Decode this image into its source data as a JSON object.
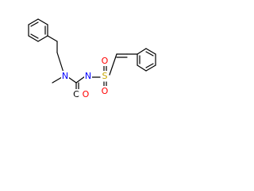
{
  "molecule": {
    "atoms": {
      "nitrogen_amine": {
        "label": "N",
        "color": "#0000ff"
      },
      "carbonyl_c": {
        "label": "C",
        "color": "#000000"
      },
      "carbonyl_o": {
        "label": "O",
        "color": "#ff0000"
      },
      "nitrogen_amide": {
        "label": "N",
        "color": "#0000ff"
      },
      "sulfur": {
        "label": "S",
        "color": "#c8a800"
      },
      "sulfonyl_o_top": {
        "label": "O",
        "color": "#ff0000"
      },
      "sulfonyl_o_bottom": {
        "label": "O",
        "color": "#ff0000"
      }
    }
  }
}
